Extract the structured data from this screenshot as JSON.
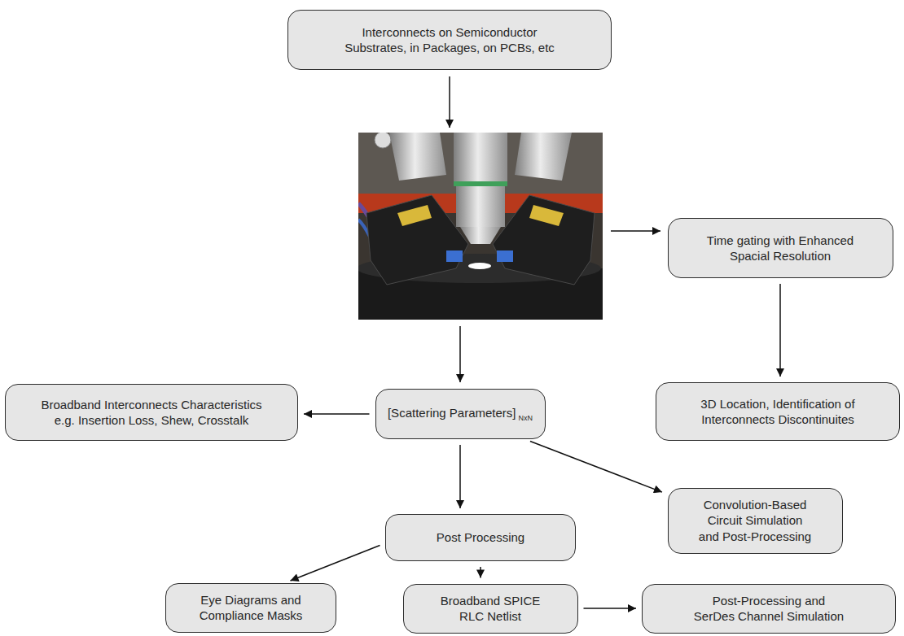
{
  "diagram": {
    "nodes": [
      {
        "text": [
          "Interconnects on Semiconductor Substrates, in Packages, on PCBs, etc"
        ]
      },
      {
        "text": [
          "Time gating with Enhanced Spacial Resolution"
        ]
      },
      {
        "text": [
          "Broadband Interconnects Characteristics e.g. Insertion Loss, Shew, Crosstalk"
        ]
      },
      {
        "text": [
          "[Scattering Parameters]",
          "NxN"
        ]
      },
      {
        "text": [
          "3D Location, Identification of Interconnects Discontinuites"
        ]
      },
      {
        "text": [
          "Post Processing"
        ]
      },
      {
        "text": [
          "Convolution-Based Circuit Simulation and Post-Processing"
        ]
      },
      {
        "text": [
          "Eye Diagrams and Compliance Masks"
        ]
      },
      {
        "text": [
          "Broadband SPICE RLC Netlist"
        ]
      },
      {
        "text": [
          "Post-Processing and SerDes Channel Simulation"
        ]
      }
    ],
    "edges": [
      {
        "from": 1,
        "to": 4,
        "arrow": "to"
      },
      {
        "from": 3,
        "to": 2,
        "arrow": "to"
      },
      {
        "from": 3,
        "to": 5,
        "arrow": "to"
      },
      {
        "from": 3,
        "to": 6,
        "arrow": "to"
      },
      {
        "from": 5,
        "to": 7,
        "arrow": "to"
      },
      {
        "from": 5,
        "to": 8,
        "arrow": "to"
      },
      {
        "from": 8,
        "to": 9,
        "arrow": "to"
      }
    ]
  }
}
